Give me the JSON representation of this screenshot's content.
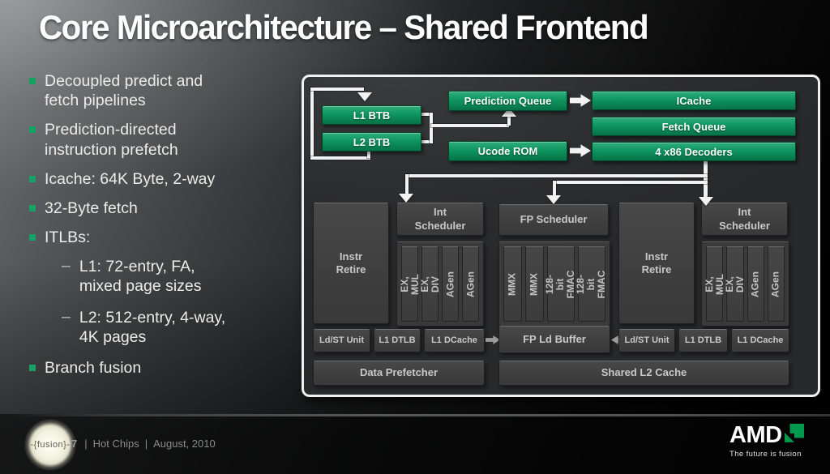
{
  "slide": {
    "title": "Core Microarchitecture – Shared Frontend",
    "sub_bullet_marker": "–",
    "bullets": [
      {
        "level": 1,
        "text": "Decoupled predict and\nfetch pipelines"
      },
      {
        "level": 1,
        "text": "Prediction-directed\ninstruction prefetch"
      },
      {
        "level": 1,
        "text": "Icache: 64K Byte, 2-way"
      },
      {
        "level": 1,
        "text": "32-Byte fetch"
      },
      {
        "level": 1,
        "text": "ITLBs:"
      },
      {
        "level": 2,
        "text": "L1: 72-entry, FA,\nmixed page sizes"
      },
      {
        "level": 2,
        "text": "L2: 512-entry, 4-way,\n4K pages"
      },
      {
        "level": 1,
        "text": "Branch fusion"
      }
    ]
  },
  "diagram": {
    "l1_btb": "L1 BTB",
    "l2_btb": "L2 BTB",
    "prediction_queue": "Prediction Queue",
    "ucode_rom": "Ucode ROM",
    "icache": "ICache",
    "fetch_queue": "Fetch Queue",
    "decoders": "4 x86 Decoders",
    "int_scheduler": "Int\nScheduler",
    "fp_scheduler": "FP Scheduler",
    "instr_retire": "Instr\nRetire",
    "int_units": [
      "EX, MUL",
      "EX, DIV",
      "AGen",
      "AGen"
    ],
    "fp_units": [
      "MMX",
      "MMX",
      "128-bit\nFMAC",
      "128-bit\nFMAC"
    ],
    "mem_units": [
      "Ld/ST Unit",
      "L1 DTLB",
      "L1 DCache"
    ],
    "fp_ld_buffer": "FP Ld Buffer",
    "data_prefetcher": "Data Prefetcher",
    "shared_l2": "Shared L2 Cache"
  },
  "footer": {
    "page_number": "7",
    "separator": "|",
    "event": "Hot Chips",
    "date": "August, 2010",
    "fusion_logo": "-{fusion}-",
    "amd_wordmark": "AMD",
    "amd_tagline": "The future is fusion"
  },
  "colors": {
    "accent_green": "#0e9560",
    "amd_green": "#009a4e",
    "box_gray": "#414141",
    "wire_white": "#f2f2f2"
  }
}
